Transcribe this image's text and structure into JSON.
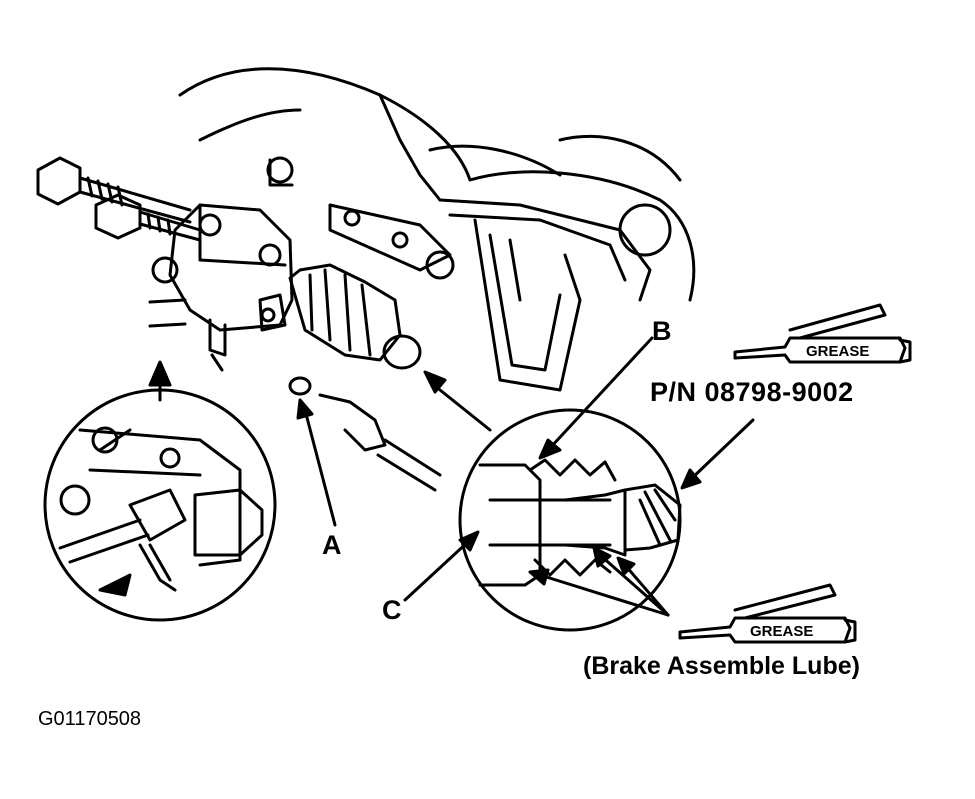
{
  "labels": {
    "a": "A",
    "b": "B",
    "c": "C"
  },
  "part_number": "P/N 08798-9002",
  "grease_tube_top": "GREASE",
  "grease_tube_bottom": "GREASE",
  "lube_note": "(Brake Assemble Lube)",
  "figure_id": "G01170508"
}
